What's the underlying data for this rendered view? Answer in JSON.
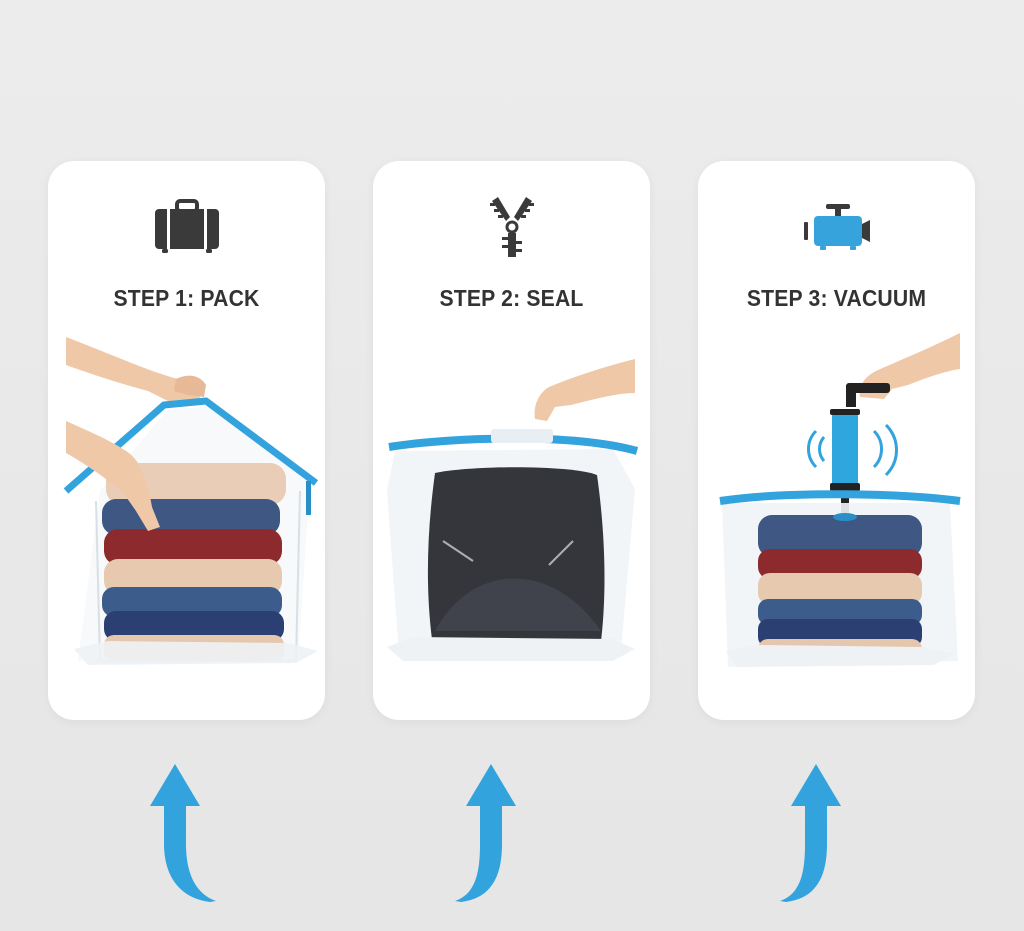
{
  "steps": [
    {
      "number": 1,
      "title": "STEP 1: PACK",
      "icon": "suitcase-icon",
      "icon_color": "#3a3a3a",
      "photo": "hands placing folded sweaters into open vacuum storage bag with blue zipper",
      "arrow": "curved-up-arrow-left-hook"
    },
    {
      "number": 2,
      "title": "STEP 2: SEAL",
      "icon": "zipper-icon",
      "icon_color": "#3a3a3a",
      "photo": "hand sliding clip along blue zip seal of filled bag",
      "arrow": "curved-up-arrow-right-hook"
    },
    {
      "number": 3,
      "title": "STEP 3: VACUUM",
      "icon": "vacuum-pump-icon",
      "icon_color": "#36a3dc",
      "photo": "hand pumping air out of bag valve with blue hand pump",
      "arrow": "curved-up-arrow-right-hook"
    }
  ],
  "colors": {
    "background": "#e9e9e9",
    "card": "#ffffff",
    "accent_blue": "#33a3dd",
    "title_text": "#333333"
  }
}
